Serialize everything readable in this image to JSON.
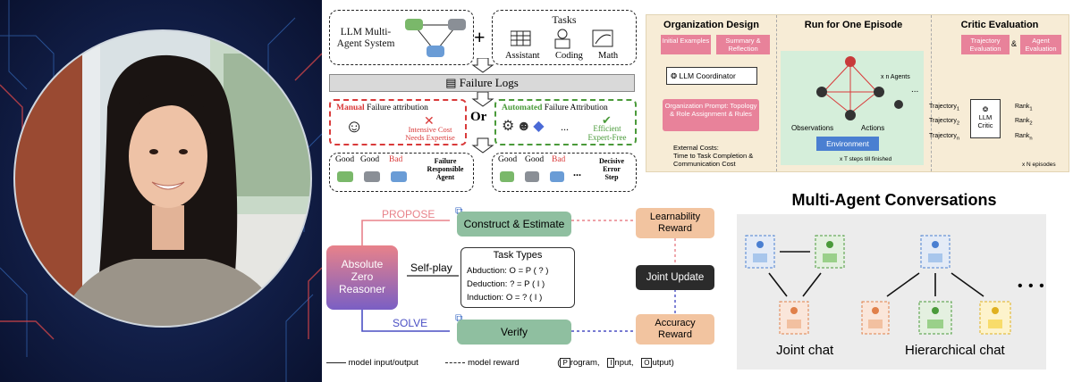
{
  "failure_panel": {
    "system_label_line1": "LLM Multi-",
    "system_label_line2": "Agent System",
    "plus": "+",
    "tasks_title": "Tasks",
    "tasks": [
      "Assistant",
      "Coding",
      "Math"
    ],
    "failure_logs": "Failure Logs",
    "manual_prefix": "Manual",
    "manual_suffix": " Failure attribution",
    "manual_cost_line1": "Intensive Cost",
    "manual_cost_line2": "Needs Expertise",
    "or_label": "Or",
    "automated_prefix": "Automated",
    "automated_suffix": " Failure Attribution",
    "efficient_line1": "Efficient",
    "efficient_line2": "Expert-Free",
    "ellipsis": "...",
    "left_outcome": {
      "labels": [
        "Good",
        "Good",
        "Bad"
      ],
      "caption_line1": "Failure",
      "caption_line2": "Responsible",
      "caption_line3": "Agent"
    },
    "right_outcome": {
      "labels": [
        "Good",
        "Good",
        "Bad"
      ],
      "caption_line1": "Decisive",
      "caption_line2": "Error",
      "caption_line3": "Step"
    },
    "colors": {
      "manual": "#d93a3a",
      "automated": "#4a9a3a"
    }
  },
  "org_panel": {
    "col1_title": "Organization Design",
    "col2_title": "Run for One Episode",
    "col3_title": "Critic Evaluation",
    "initial_examples": "Initial Examples",
    "summary_reflection": "Summary & Reflection",
    "llm_coordinator": "LLM Coordinator",
    "org_prompt": "Organization Prompt: Topology & Role Assignment & Rules",
    "external_costs_line1": "External Costs:",
    "external_costs_line2": "Time to Task Completion &",
    "external_costs_line3": "Communication Cost",
    "x_n_agents": "x n Agents",
    "observations": "Observations",
    "actions": "Actions",
    "environment": "Environment",
    "x_t_steps": "x T steps till finished",
    "trajectory_evaluation": "Trajectory Evaluation",
    "amp": "&",
    "agent_evaluation": "Agent Evaluation",
    "trajectories": [
      "Trajectory",
      "Trajectory",
      "Trajectory"
    ],
    "trajectory_subs": [
      "1",
      "2",
      "n"
    ],
    "llm_critic": "LLM Critic",
    "ranks": [
      "Rank",
      "Rank",
      "Rank"
    ],
    "rank_subs": [
      "1",
      "2",
      "n"
    ],
    "x_n_episodes": "x N episodes",
    "colors": {
      "bg": "#f7ecd6",
      "pink": "#e8829a",
      "env": "#4a7fd1",
      "green_area": "#d5eeda"
    }
  },
  "azr_panel": {
    "propose": "PROPOSE",
    "solve": "SOLVE",
    "construct_estimate": "Construct & Estimate",
    "verify": "Verify",
    "reasoner_line1": "Absolute",
    "reasoner_line2": "Zero",
    "reasoner_line3": "Reasoner",
    "self_play": "Self-play",
    "task_types_title": "Task Types",
    "task_rows": [
      {
        "name": "Abduction:",
        "formula": "O = P ( ? )"
      },
      {
        "name": "Deduction:",
        "formula": "? = P ( I )"
      },
      {
        "name": "Induction:",
        "formula": "O = ? ( I )"
      }
    ],
    "learnability_reward_line1": "Learnability",
    "learnability_reward_line2": "Reward",
    "joint_update": "Joint Update",
    "accuracy_reward_line1": "Accuracy",
    "accuracy_reward_line2": "Reward",
    "legend_solid": "model input/output",
    "legend_dashed": "model reward",
    "legend_program": "rogram,",
    "legend_input": "nput,",
    "legend_output": "utput)",
    "colors": {
      "propose": "#e8828a",
      "solve": "#4a4fc4",
      "green": "#8fbfa0",
      "peach": "#f2c4a0",
      "dark": "#2b2b2b"
    }
  },
  "mac_panel": {
    "title": "Multi-Agent Conversations",
    "joint_chat": "Joint chat",
    "hierarchical_chat": "Hierarchical chat",
    "ellipsis": "• • •"
  }
}
